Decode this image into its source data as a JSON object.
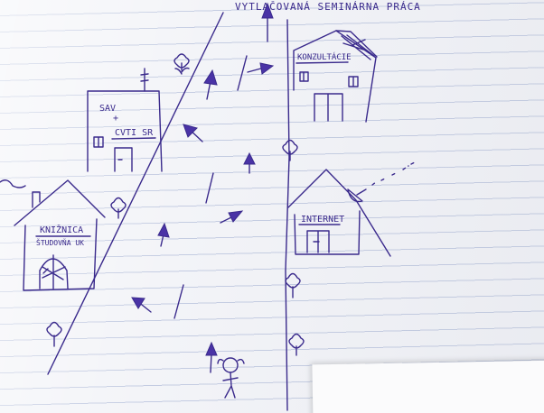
{
  "title": "VYTLAČOVANÁ SEMINÁRNA PRÁCA",
  "labels": {
    "sav_line1": "SAV",
    "sav_line2": "+",
    "sav_line3": "CVTI SR",
    "konzultacie": "KONZULTÁCIE",
    "kniznica_line1": "KNIŽNICA",
    "kniznica_line2": "ŠTUDOVŇA UK",
    "internet": "INTERNET"
  },
  "colors": {
    "ink": "#3a2a8c",
    "paper": "#f3f4f8",
    "ruling": "#7f8cbe"
  }
}
